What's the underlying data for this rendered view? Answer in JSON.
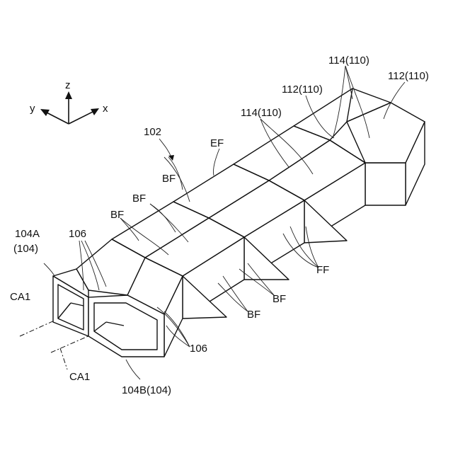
{
  "axes": {
    "z": "z",
    "y": "y",
    "x": "x"
  },
  "labels": {
    "ref_102": "102",
    "ref_114_top": "114(110)",
    "ref_112_right": "112(110)",
    "ref_112_mid": "112(110)",
    "ref_114_mid": "114(110)",
    "ef": "EF",
    "bf_1": "BF",
    "bf_2": "BF",
    "bf_3": "BF",
    "ref_106_top": "106",
    "ref_104a": "104A",
    "ref_104a_paren": "(104)",
    "ca1_left": "CA1",
    "ca1_bottom": "CA1",
    "ff": "FF",
    "bf_4": "BF",
    "bf_5": "BF",
    "ref_106_bottom": "106",
    "ref_104b": "104B(104)"
  }
}
